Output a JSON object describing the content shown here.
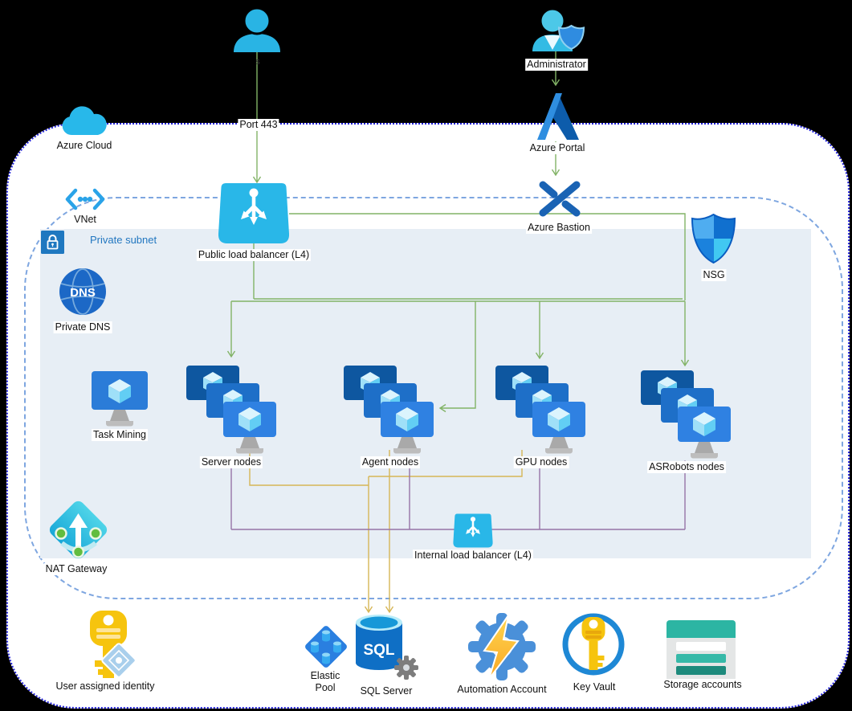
{
  "colors": {
    "flow_green": "#82b366",
    "flow_purple": "#9673a6",
    "flow_yellow": "#d6b656",
    "outer_boundary": "#2323d9",
    "vnet_boundary": "#7ea6e0",
    "subnet_fill": "#e7eef5",
    "azure_cyan": "#29b7e8",
    "azure_blue": "#1a6fc0",
    "storage_teal": "#2cb5a3",
    "key_yellow": "#f6c40e"
  },
  "external": {
    "user_edge_label": "s",
    "port_label": "Port 443",
    "administrator": "Administrator",
    "azure_portal": "Azure Portal",
    "azure_cloud": "Azure Cloud"
  },
  "network": {
    "vnet": "VNet",
    "private_subnet": "Private subnet",
    "azure_bastion": "Azure Bastion",
    "nsg": "NSG",
    "public_lb": "Public load balancer (L4)",
    "internal_lb": "Internal load balancer (L4)",
    "private_dns": "Private DNS",
    "dns_short": "DNS",
    "task_mining": "Task Mining",
    "nat_gateway": "NAT Gateway"
  },
  "node_groups": [
    {
      "label": "Server nodes"
    },
    {
      "label": "Agent nodes"
    },
    {
      "label": "GPU nodes"
    },
    {
      "label": "ASRobots nodes"
    }
  ],
  "services": [
    {
      "label": "User assigned identity"
    },
    {
      "label": "Elastic Pool"
    },
    {
      "label": "SQL Server"
    },
    {
      "label": "Automation Account"
    },
    {
      "label": "Key Vault"
    },
    {
      "label": "Storage accounts"
    }
  ],
  "sql_short": "SQL"
}
